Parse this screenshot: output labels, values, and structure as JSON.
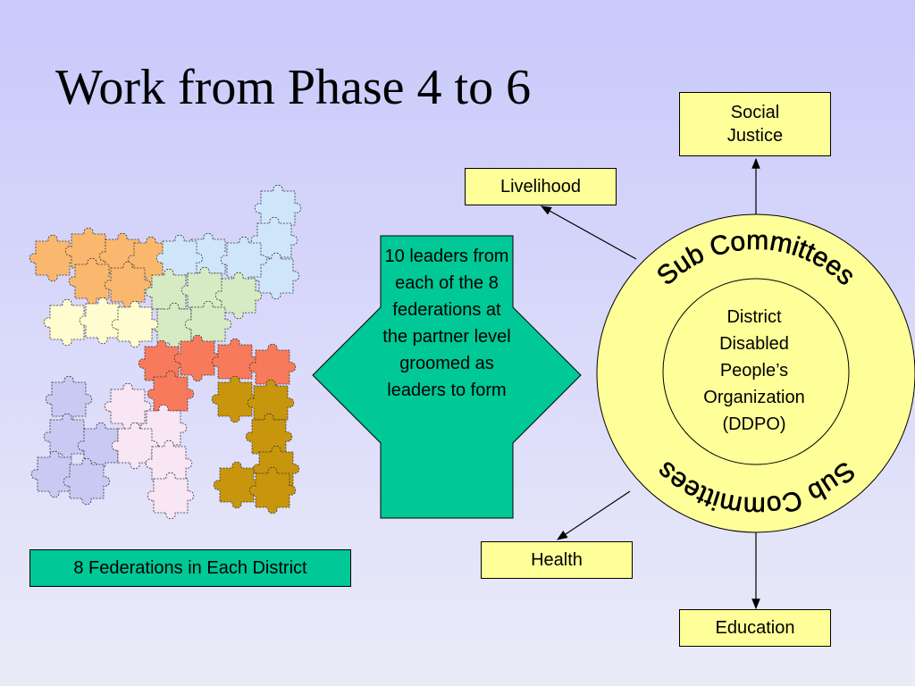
{
  "slide": {
    "title": "Work from Phase 4 to 6"
  },
  "federations_label": "8 Federations in Each District",
  "leaders_text": "10 leaders from each of the 8 federations at the partner level groomed as leaders to form",
  "circle": {
    "top_label": "Sub Committees",
    "bottom_label": "Sub Committees",
    "center_lines": [
      "District",
      "Disabled",
      "People’s",
      "Organization",
      "(DDPO)"
    ]
  },
  "committees": {
    "social_justice_lines": [
      "Social",
      "Justice"
    ],
    "livelihood": "Livelihood",
    "health": "Health",
    "education": "Education"
  },
  "colors": {
    "arrow_fill": "#00c896",
    "box_fill": "#ffff99",
    "puzzle_peach": "#fab86f",
    "puzzle_lightblue": "#cfe6fa",
    "puzzle_lightgreen": "#d6ebc4",
    "puzzle_cream": "#fffccf",
    "puzzle_red": "#f87a5c",
    "puzzle_lavender": "#c9caf4",
    "puzzle_pink": "#f8e6f4",
    "puzzle_gold": "#c8960c"
  },
  "icons": [
    "puzzle-piece-icon"
  ]
}
